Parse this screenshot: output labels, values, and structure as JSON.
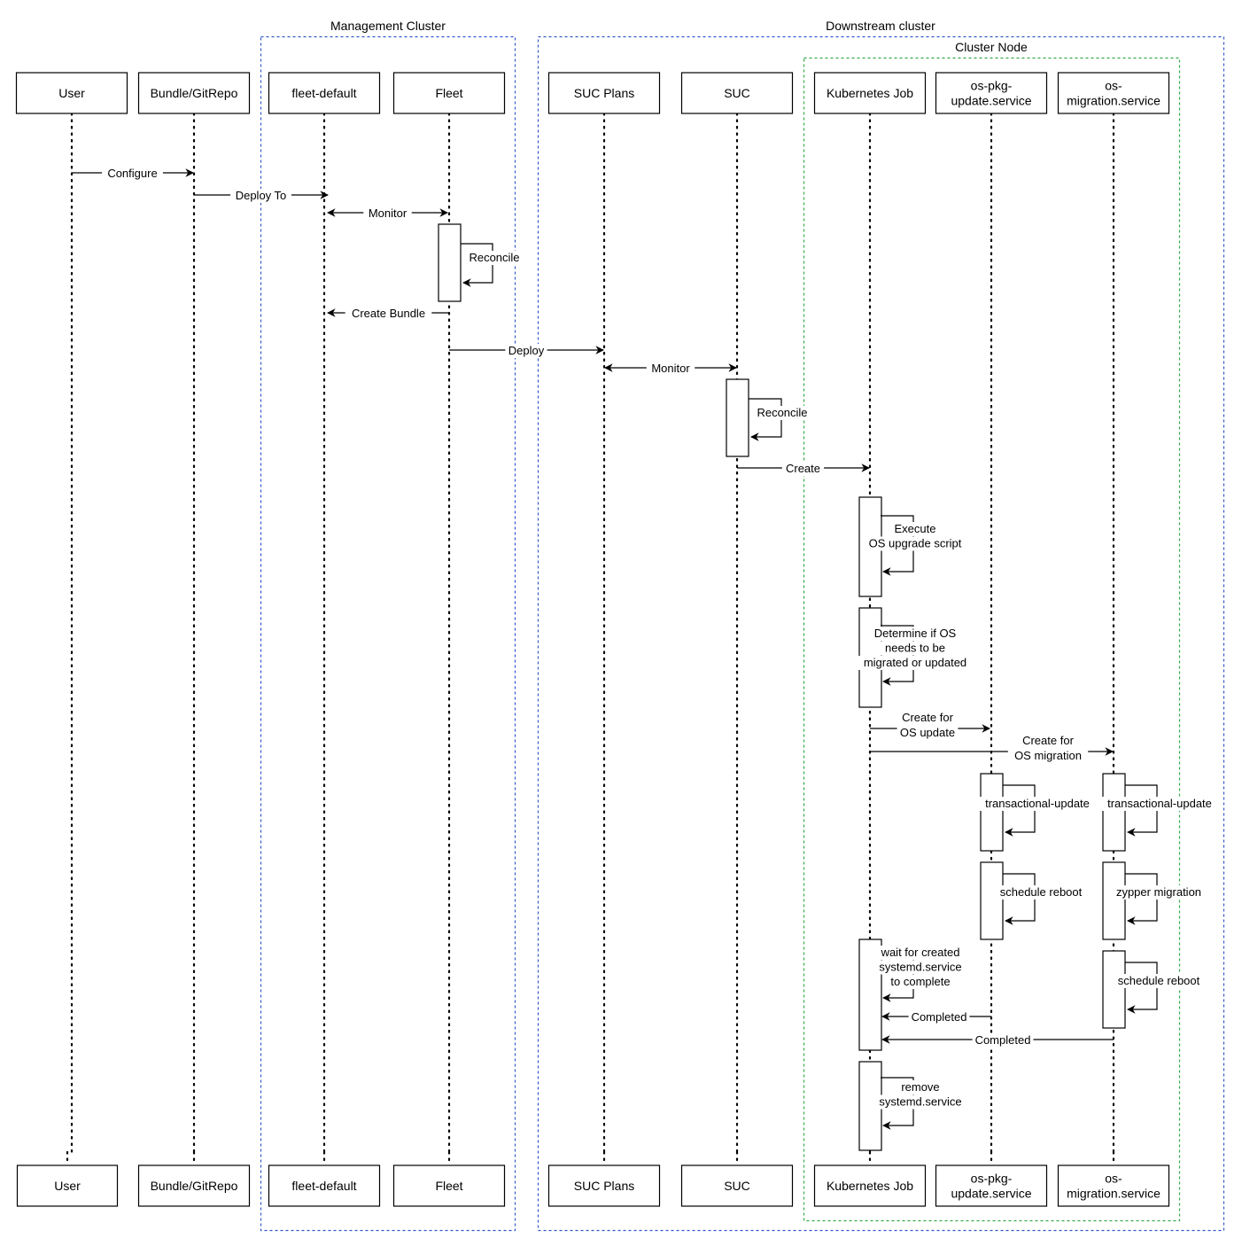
{
  "groups": {
    "management": {
      "label": "Management Cluster",
      "color": "#3355cc"
    },
    "downstream": {
      "label": "Downstream cluster",
      "color": "#3355cc"
    },
    "node": {
      "label": "Cluster Node",
      "color": "#33aa44"
    }
  },
  "participants": [
    {
      "key": "user",
      "label": "User"
    },
    {
      "key": "bundle",
      "label": "Bundle/GitRepo"
    },
    {
      "key": "fleet_default",
      "label": "fleet-default"
    },
    {
      "key": "fleet",
      "label": "Fleet"
    },
    {
      "key": "suc_plans",
      "label": "SUC Plans"
    },
    {
      "key": "suc",
      "label": "SUC"
    },
    {
      "key": "k8s_job",
      "label": "Kubernetes Job"
    },
    {
      "key": "os_pkg",
      "label": "os-pkg-\nupdate.service"
    },
    {
      "key": "os_mig",
      "label": "os-\nmigration.service"
    }
  ],
  "messages": [
    {
      "from": "user",
      "to": "bundle",
      "label": "Configure"
    },
    {
      "from": "bundle",
      "to": "fleet_default",
      "label": "Deploy To"
    },
    {
      "from": "fleet_default",
      "to": "fleet",
      "label": "Monitor",
      "bidirectional": true
    },
    {
      "from": "fleet",
      "to": "fleet",
      "label": "Reconcile"
    },
    {
      "from": "fleet",
      "to": "fleet_default",
      "label": "Create Bundle"
    },
    {
      "from": "fleet",
      "to": "suc_plans",
      "label": "Deploy"
    },
    {
      "from": "suc_plans",
      "to": "suc",
      "label": "Monitor",
      "bidirectional": true
    },
    {
      "from": "suc",
      "to": "suc",
      "label": "Reconcile"
    },
    {
      "from": "suc",
      "to": "k8s_job",
      "label": "Create"
    },
    {
      "from": "k8s_job",
      "to": "k8s_job",
      "label": "Execute\nOS upgrade script"
    },
    {
      "from": "k8s_job",
      "to": "k8s_job",
      "label": "Determine if OS\nneeds to be\nmigrated or updated"
    },
    {
      "from": "k8s_job",
      "to": "os_pkg",
      "label": "Create for\nOS update"
    },
    {
      "from": "k8s_job",
      "to": "os_mig",
      "label": "Create for\nOS migration"
    },
    {
      "from": "os_pkg",
      "to": "os_pkg",
      "label": "transactional-update"
    },
    {
      "from": "os_mig",
      "to": "os_mig",
      "label": "transactional-update"
    },
    {
      "from": "os_pkg",
      "to": "os_pkg",
      "label": "schedule reboot"
    },
    {
      "from": "os_mig",
      "to": "os_mig",
      "label": "zypper migration"
    },
    {
      "from": "k8s_job",
      "to": "k8s_job",
      "label": "wait for created\nsystemd.service\nto complete"
    },
    {
      "from": "os_mig",
      "to": "os_mig",
      "label": "schedule reboot"
    },
    {
      "from": "os_pkg",
      "to": "k8s_job",
      "label": "Completed"
    },
    {
      "from": "os_mig",
      "to": "k8s_job",
      "label": "Completed"
    },
    {
      "from": "k8s_job",
      "to": "k8s_job",
      "label": "remove\nsystemd.service"
    }
  ]
}
